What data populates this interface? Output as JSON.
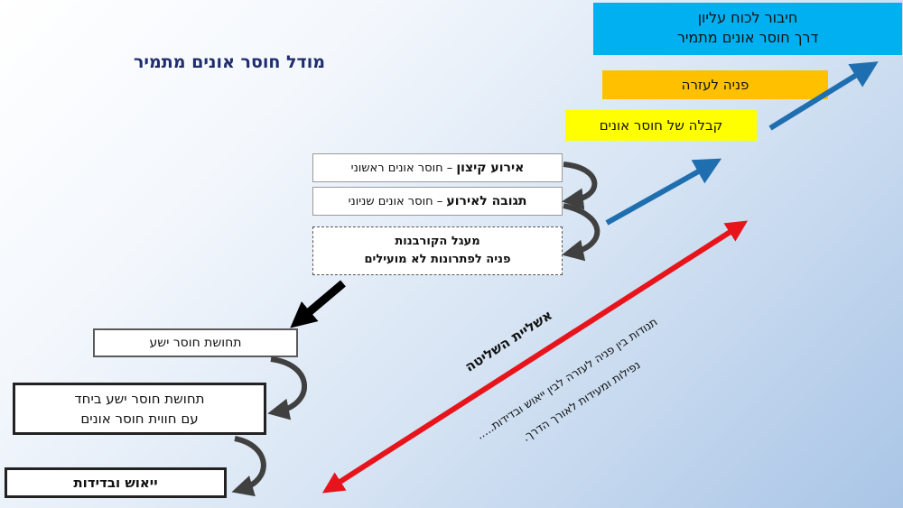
{
  "title": "מודל חוסר אונים  מתמיר",
  "boxes": {
    "connect_line1": "חיבור לכוח עליון",
    "connect_line2": "דרך חוסר אונים מתמיר",
    "seek_help": "פניה לעזרה",
    "accept": "קבלה של חוסר אונים",
    "extreme_event_bold": "אירוע קיצון",
    "extreme_event_rest": " – חוסר אונים ראשוני",
    "reaction_bold": "תגובה לאירוע",
    "reaction_rest": " – חוסר אונים שניוני",
    "victim_line1": "מעגל הקורבנות",
    "victim_line2": "פניה לפתרונות לא מועילים",
    "helpless_feeling": "תחושת חוסר ישע",
    "unique_line1": "תחושת חוסר ישע ביחד",
    "unique_line2": "עם חווית חוסר אונים",
    "despair": "ייאוש  ובדידות"
  },
  "diagonal": {
    "illusion_label": "אשליית השליטה",
    "note_line1": "תנודות בין פניה לעזרה לבין ייאוש ובדידות.....",
    "note_line2": "נפילות ומעידות לאורך הדרך."
  },
  "colors": {
    "background_top_left": "#ffffff",
    "background_bottom_right": "#a9c5e6",
    "title": "#1f2d6e",
    "connect_box": "#00b0f0",
    "seek_help_box": "#ffc000",
    "accept_box": "#ffff00",
    "up_arrow": "#1f6fb0",
    "illusion_arrow": "#e8141b",
    "curved_arrows": "#404040"
  }
}
